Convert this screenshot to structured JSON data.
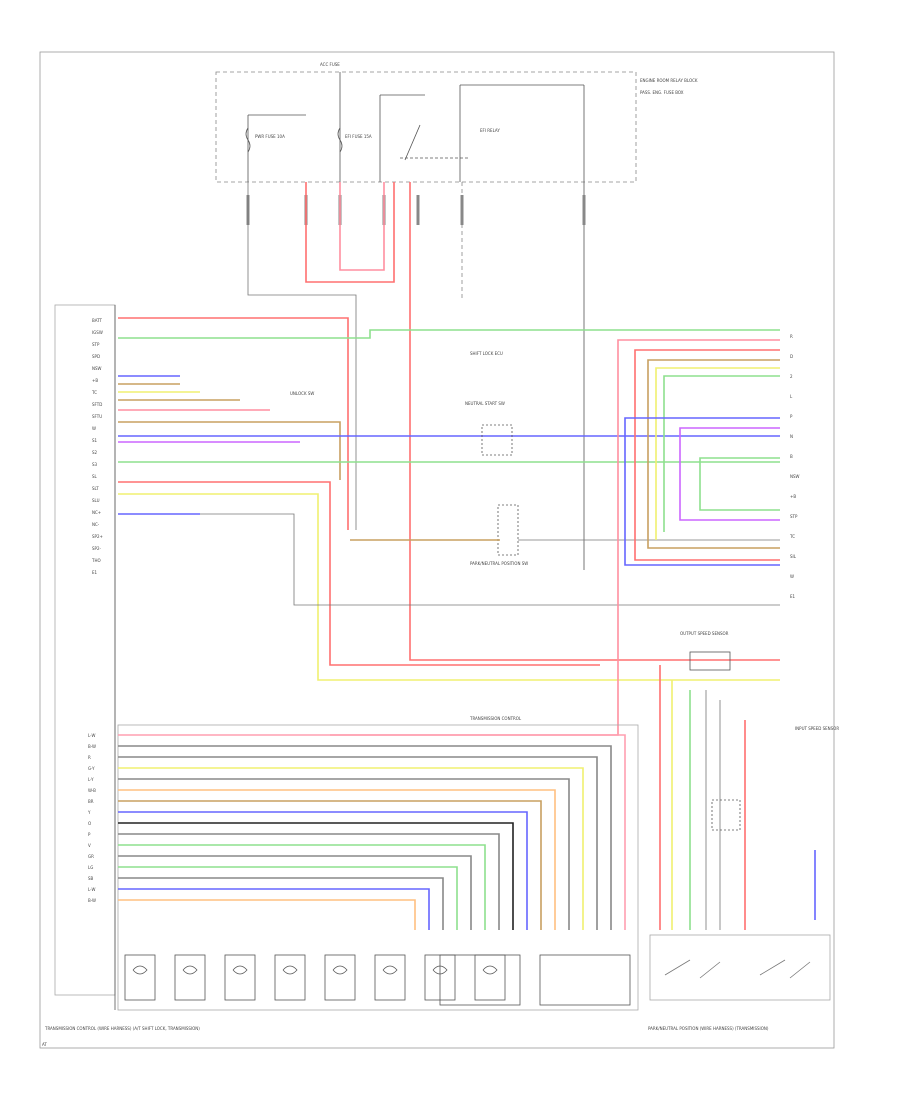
{
  "title": "",
  "colors": {
    "red": "#ff8080",
    "pink": "#ff9fb0",
    "green": "#8de08d",
    "blue": "#6666ff",
    "yellow": "#f0f070",
    "orange": "#ffc080",
    "tan": "#c8a060",
    "purple": "#cc66ff",
    "gray": "#888888",
    "black": "#222222"
  },
  "labels": {
    "relay_box": "PASS. ENG. FUSE BOX",
    "fuse_top": "ACC FUSE",
    "fuse1": "PWR FUSE 10A",
    "fuse2": "EFI FUSE 15A",
    "relay": "EFI RELAY",
    "side_note": "ENGINE ROOM RELAY BLOCK",
    "ecm_title": "ECM",
    "shift_lock": "SHIFT LOCK ECU",
    "park_neutral": "PARK/NEUTRAL POSITION SW",
    "trans_solenoid": "TRANSMISSION CONTROL",
    "connector_mid": "UNLOCK SW",
    "neutral_sw": "NEUTRAL START SW",
    "pnp_note": "INPUT SPEED SENSOR",
    "output_sensor": "OUTPUT SPEED SENSOR",
    "bottom_left_caption": "TRANSMISSION CONTROL (WIRE HARNESS) (A/T SHIFT LOCK, TRANSMISSION)",
    "bottom_right_caption": "PARK/NEUTRAL POSITION (WIRE HARNESS) (TRANSMISSION)",
    "page_tag": "AT"
  },
  "left_pins": [
    "BATT",
    "IGSW",
    "STP",
    "SPD",
    "NSW",
    "+B",
    "TC",
    "SFTD",
    "SFTU",
    "W",
    "S1",
    "S2",
    "S3",
    "SL",
    "SLT",
    "SLU",
    "NC+",
    "NC-",
    "SP2+",
    "SP2-",
    "THO",
    "E1"
  ],
  "right_pins": [
    "R",
    "D",
    "2",
    "L",
    "P",
    "N",
    "B",
    "NSW",
    "+B",
    "STP",
    "TC",
    "SIL",
    "W",
    "E1"
  ],
  "wire_codes": [
    "L-W",
    "B-W",
    "R",
    "G-Y",
    "L-Y",
    "W-B",
    "BR",
    "Y",
    "O",
    "P",
    "V",
    "GR",
    "LG",
    "SB"
  ]
}
